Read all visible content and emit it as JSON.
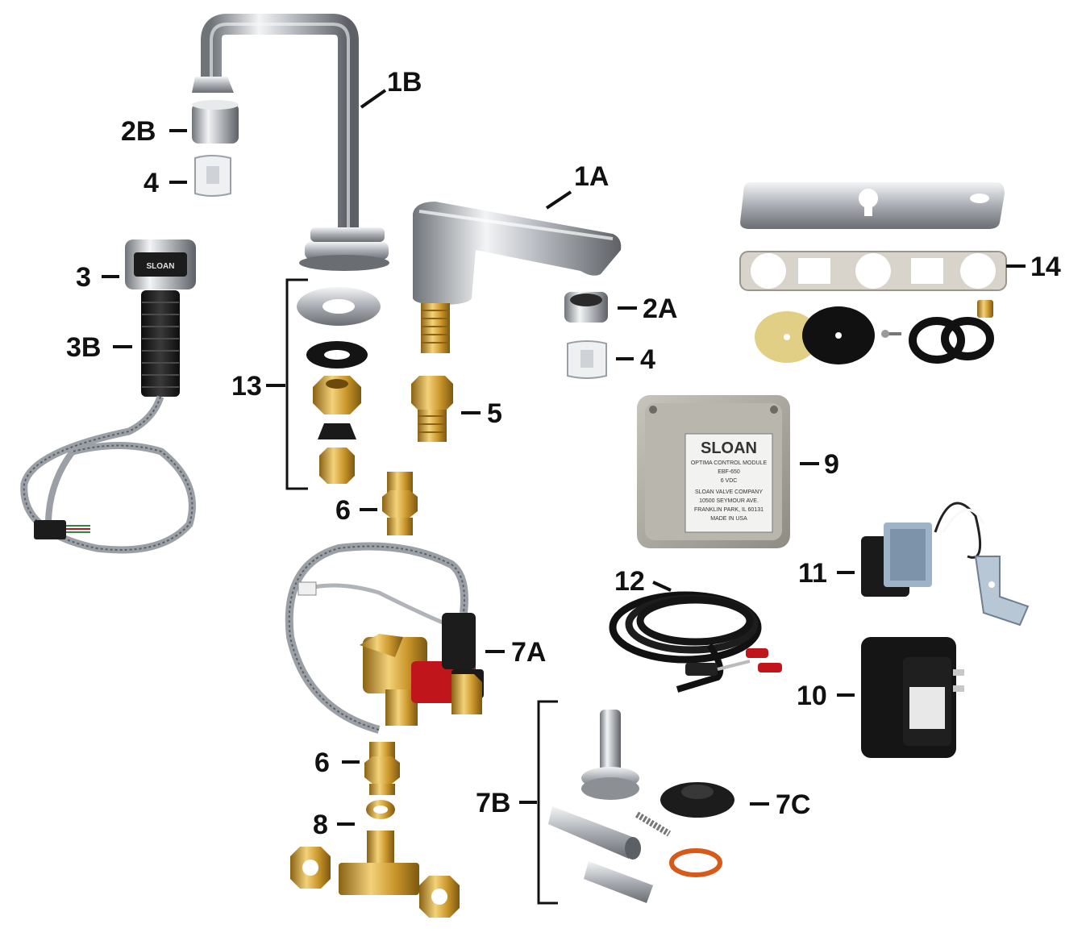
{
  "labels": {
    "l1A": "1A",
    "l1B": "1B",
    "l2A": "2A",
    "l2B": "2B",
    "l3": "3",
    "l3B": "3B",
    "l4a": "4",
    "l4b": "4",
    "l5": "5",
    "l6a": "6",
    "l6b": "6",
    "l7A": "7A",
    "l7B": "7B",
    "l7C": "7C",
    "l8": "8",
    "l9": "9",
    "l10": "10",
    "l11": "11",
    "l12": "12",
    "l13": "13",
    "l14": "14"
  },
  "module_label": {
    "brand": "SLOAN",
    "line1": "OPTIMA CONTROL MODULE",
    "line2": "EBF-650",
    "line3": "6 VDC",
    "line4": "SLOAN VALVE COMPANY",
    "line5": "10500 SEYMOUR AVE.",
    "line6": "FRANKLIN PARK, IL 60131",
    "line7": "MADE IN USA"
  },
  "sensor_brand": "SLOAN",
  "colors": {
    "chrome": "#c9ccd1",
    "brass": "#d6a637",
    "black": "#1a1a1a",
    "module_gray": "#a9a79c",
    "red": "#c0151b"
  }
}
